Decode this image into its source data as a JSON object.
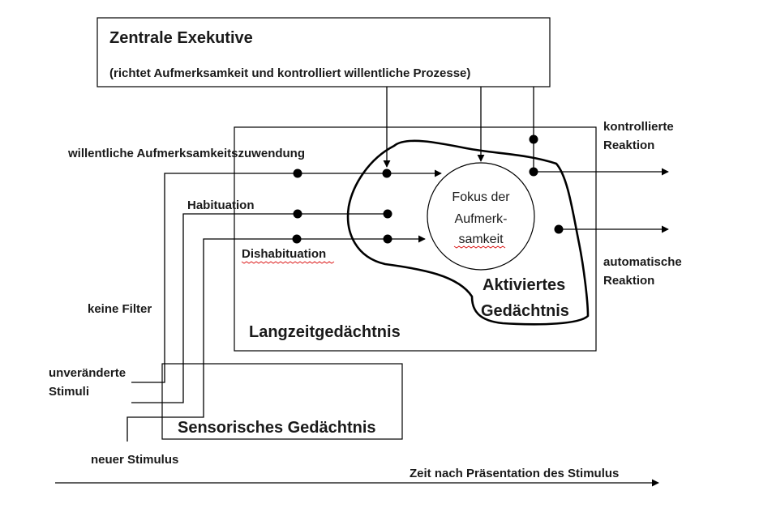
{
  "central_executive": {
    "title": "Zentrale Exekutive",
    "subtitle": "(richtet Aufmerksamkeit und kontrolliert willentliche Prozesse)"
  },
  "focus": {
    "line1": "Fokus der",
    "line2": "Aufmerk-",
    "line3": "samkeit"
  },
  "activated_memory": {
    "line1": "Aktiviertes",
    "line2": "Gedächtnis"
  },
  "long_term_memory": "Langzeitgedächtnis",
  "sensory_memory": "Sensorisches Gedächtnis",
  "labels": {
    "voluntary_attention": "willentliche Aufmerksamkeitszuwendung",
    "habituation": "Habituation",
    "dishabituation": "Dishabituation",
    "no_filter": "keine Filter",
    "unchanged_stimuli_1": "unveränderte",
    "unchanged_stimuli_2": "Stimuli",
    "new_stimulus": "neuer Stimulus",
    "controlled_reaction_1": "kontrollierte",
    "controlled_reaction_2": "Reaktion",
    "automatic_reaction_1": "automatische",
    "automatic_reaction_2": "Reaktion",
    "time_axis": "Zeit nach Präsentation des Stimulus"
  }
}
